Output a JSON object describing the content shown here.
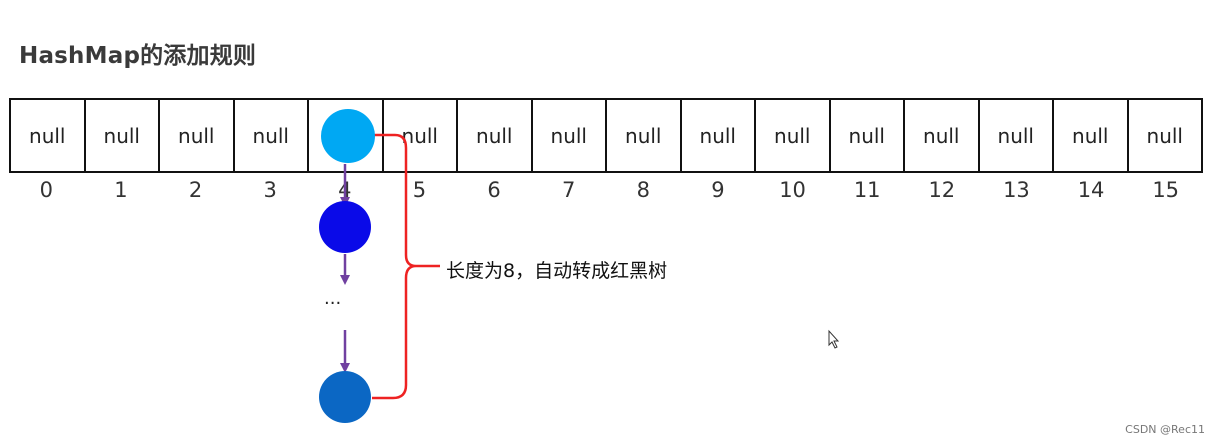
{
  "title": "HashMap的添加规则",
  "array": {
    "cells": [
      "null",
      "null",
      "null",
      "null",
      "",
      "null",
      "null",
      "null",
      "null",
      "null",
      "null",
      "null",
      "null",
      "null",
      "null",
      "null"
    ],
    "indices": [
      "0",
      "1",
      "2",
      "3",
      "4",
      "5",
      "6",
      "7",
      "8",
      "9",
      "10",
      "11",
      "12",
      "13",
      "14",
      "15"
    ]
  },
  "chain": {
    "ellipsis": "...",
    "node_colors": [
      "#00a8f3",
      "#0a0ae8",
      "#0b67c4"
    ],
    "arrow_color": "#7040a0",
    "brace_color": "#ee2222"
  },
  "note": "长度为8，自动转成红黑树",
  "watermark": "CSDN @Rec11"
}
